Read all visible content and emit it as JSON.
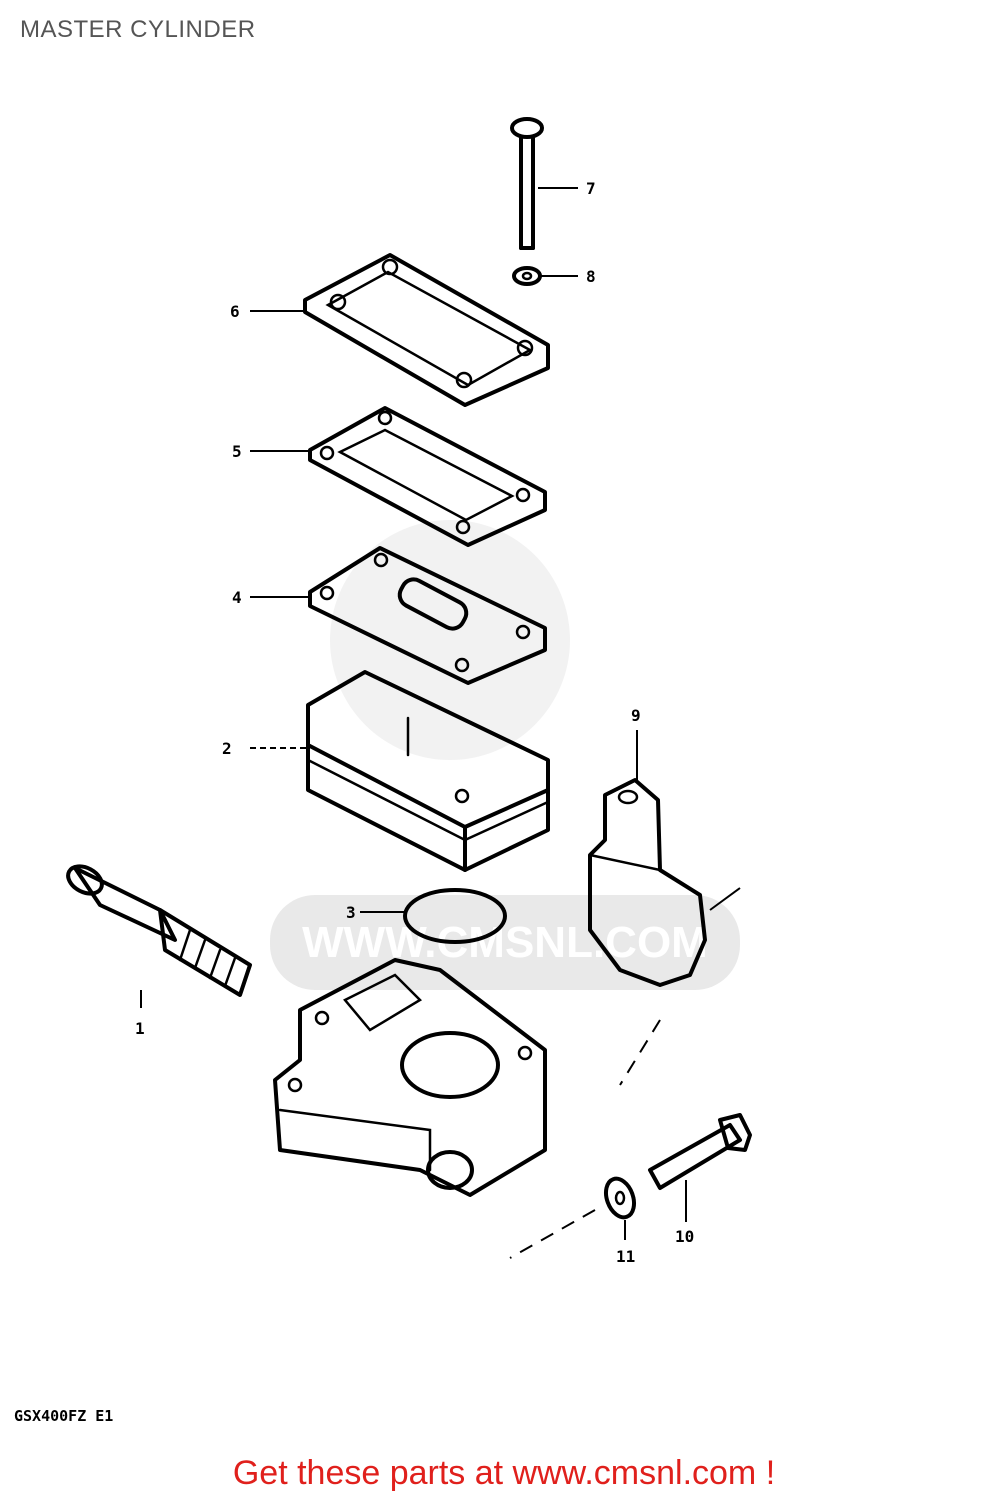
{
  "header": {
    "title": "MASTER CYLINDER"
  },
  "callouts": [
    "1",
    "2",
    "3",
    "4",
    "5",
    "6",
    "7",
    "8",
    "9",
    "10",
    "11"
  ],
  "watermark": {
    "text": "WWW.CMSNL.COM",
    "color": "#e9e9e9"
  },
  "model_code": "GSX400FZ E1",
  "footer": {
    "text": "Get these parts at www.cmsnl.com !",
    "color": "#e0201c"
  }
}
